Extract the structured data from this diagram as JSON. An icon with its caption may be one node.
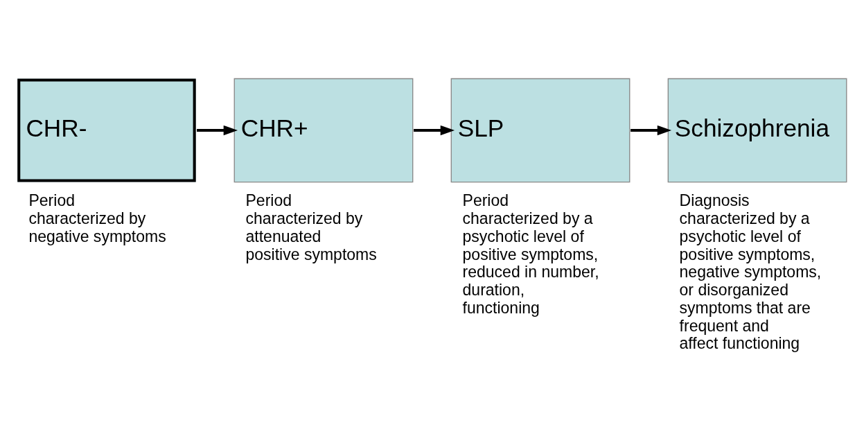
{
  "diagram": {
    "nodes": [
      {
        "text": [
          "CHR-"
        ],
        "beside": [
          "Period characterized by negative symptoms"
        ]
      },
      {
        "text": [
          "CHR+"
        ],
        "beside": [
          "Period characterized by attenuated positive symptoms"
        ]
      },
      {
        "text": [
          "SLP"
        ],
        "beside": [
          "Period characterized by a psychotic level of positive symptoms, reduced in number, duration, functioning"
        ]
      },
      {
        "text": [
          "Schizophrenia"
        ],
        "beside": [
          "Diagnosis characterized by a psychotic level of positive symptoms, negative symptoms, or disorganized symptoms that are frequent and affect functioning"
        ]
      }
    ],
    "edges": [
      {
        "from": 0,
        "to": 1,
        "arrow": "to"
      },
      {
        "from": 1,
        "to": 2,
        "arrow": "to"
      },
      {
        "from": 2,
        "to": 3,
        "arrow": "to"
      }
    ]
  }
}
